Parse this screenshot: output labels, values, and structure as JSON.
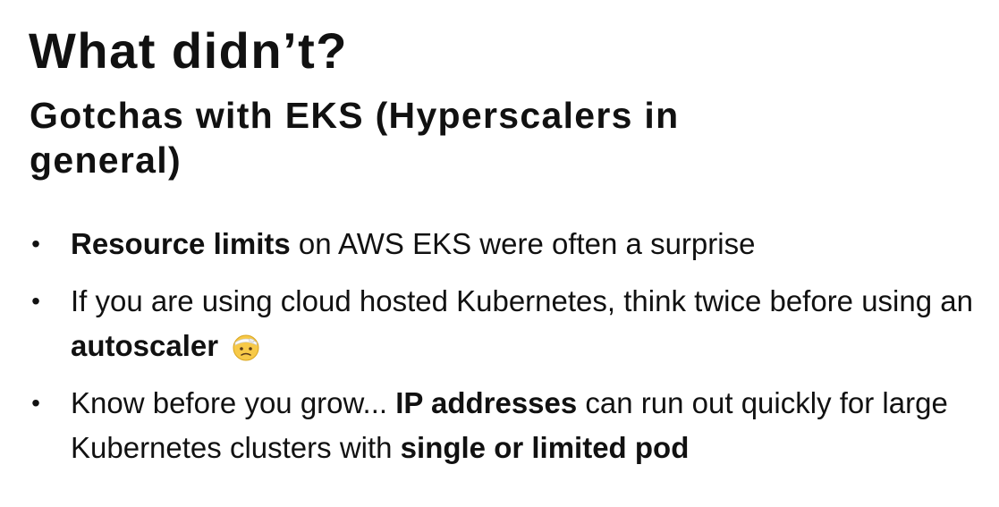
{
  "slide": {
    "title": "What didn’t?",
    "subtitle": "Gotchas with EKS (Hyperscalers in general)",
    "bullet_marker": "•",
    "bullets": [
      {
        "bold_lead": "Resource limits",
        "text": " on AWS EKS were often a surprise"
      },
      {
        "text": "If you are using cloud hosted Kubernetes, think twice before using an ",
        "bold_tail": "autoscaler",
        "emoji_icon": "face-with-head-bandage-icon"
      },
      {
        "text_before": "Know before you grow... ",
        "bold_mid": "IP addresses",
        "text_after": " can run out quickly for large Kubernetes clusters with ",
        "bold_tail": "single or limited pod"
      }
    ]
  }
}
